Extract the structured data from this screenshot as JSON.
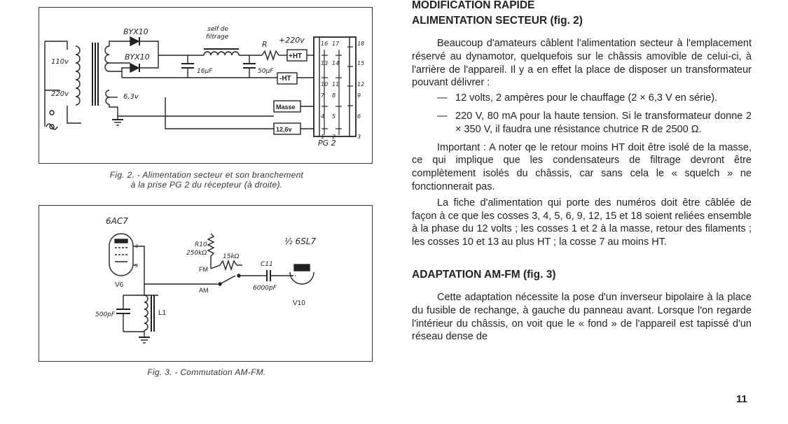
{
  "fig2": {
    "caption_line1": "Fig. 2. - Alimentation secteur et son branchement",
    "caption_line2": "à la prise PG 2 du récepteur (à droite).",
    "labels": {
      "byx_top": "BYX10",
      "byx_mid": "BYX10",
      "self_line1": "self de",
      "self_line2": "filtrage",
      "r": "R",
      "v220": "+220v",
      "v110": "110v",
      "v220b": "220v",
      "v63": "6,3v",
      "c16": "16µF",
      "c50": "50µF",
      "plus_ht": "+HT",
      "minus_ht": "-HT",
      "masse": "Masse",
      "v126": "12,6v",
      "pg2": "PG 2",
      "pins": [
        "16",
        "17",
        "18",
        "13",
        "14",
        "15",
        "10",
        "11",
        "12",
        "7",
        "8",
        "9",
        "4",
        "5",
        "6",
        "1",
        "2",
        "3"
      ]
    }
  },
  "fig3": {
    "caption": "Fig. 3. - Commutation AM-FM.",
    "labels": {
      "tube1": "6AC7",
      "tube2": "½ 6SL7",
      "r10": "R10",
      "r10v": "250kΩ",
      "r15": "15kΩ",
      "c11": "C11",
      "c11v": "6000pF",
      "fm": "FM",
      "am": "AM",
      "v6": "V6",
      "v10": "V10",
      "c500": "500pF",
      "l1": "L1",
      "pin3": "3",
      "pin5": "5"
    }
  },
  "article": {
    "h1_line1": "MODIFICATION RAPIDE",
    "h1_line2": "ALIMENTATION SECTEUR (fig. 2)",
    "p1": "Beaucoup d'amateurs câblent l'alimentation secteur à l'emplacement réservé au dynamotor, quelquefois sur le châssis amovible de celui-ci, à l'arrière de l'appareil. Il y a en effet la place de disposer un transformateur pouvant délivrer :",
    "b1": "12 volts, 2 ampères pour le chauffage (2 × 6,3 V en série).",
    "b2": "220 V, 80 mA pour la haute tension. Si le transformateur donne 2 × 350 V, il faudra une résistance chutrice R de 2500 Ω.",
    "p2": "Important : A noter qe le retour moins HT doit être isolé de la masse, ce qui implique que les condensateurs de filtrage devront être complètement isolés du châssis, car sans cela le « squelch » ne fonctionnerait pas.",
    "p3": "La fiche d'alimentation qui porte des numéros doit être câblée de façon à ce que les cosses 3, 4, 5, 6, 9, 12, 15 et 18 soient reliées ensemble à la phase du 12 volts ; les cosses 1 et 2 à la masse, retour des filaments ; les cosses 10 et 13 au plus HT ; la cosse 7 au moins HT.",
    "h2": "ADAPTATION AM-FM (fig. 3)",
    "p4": "Cette adaptation nécessite la pose d'un inverseur bipolaire à la place du fusible de rechange, à gauche du panneau avant. Lorsque l'on regarde l'intérieur du châssis, on voit que le « fond » de l'appareil est tapissé d'un réseau dense de",
    "page_number": "11"
  }
}
